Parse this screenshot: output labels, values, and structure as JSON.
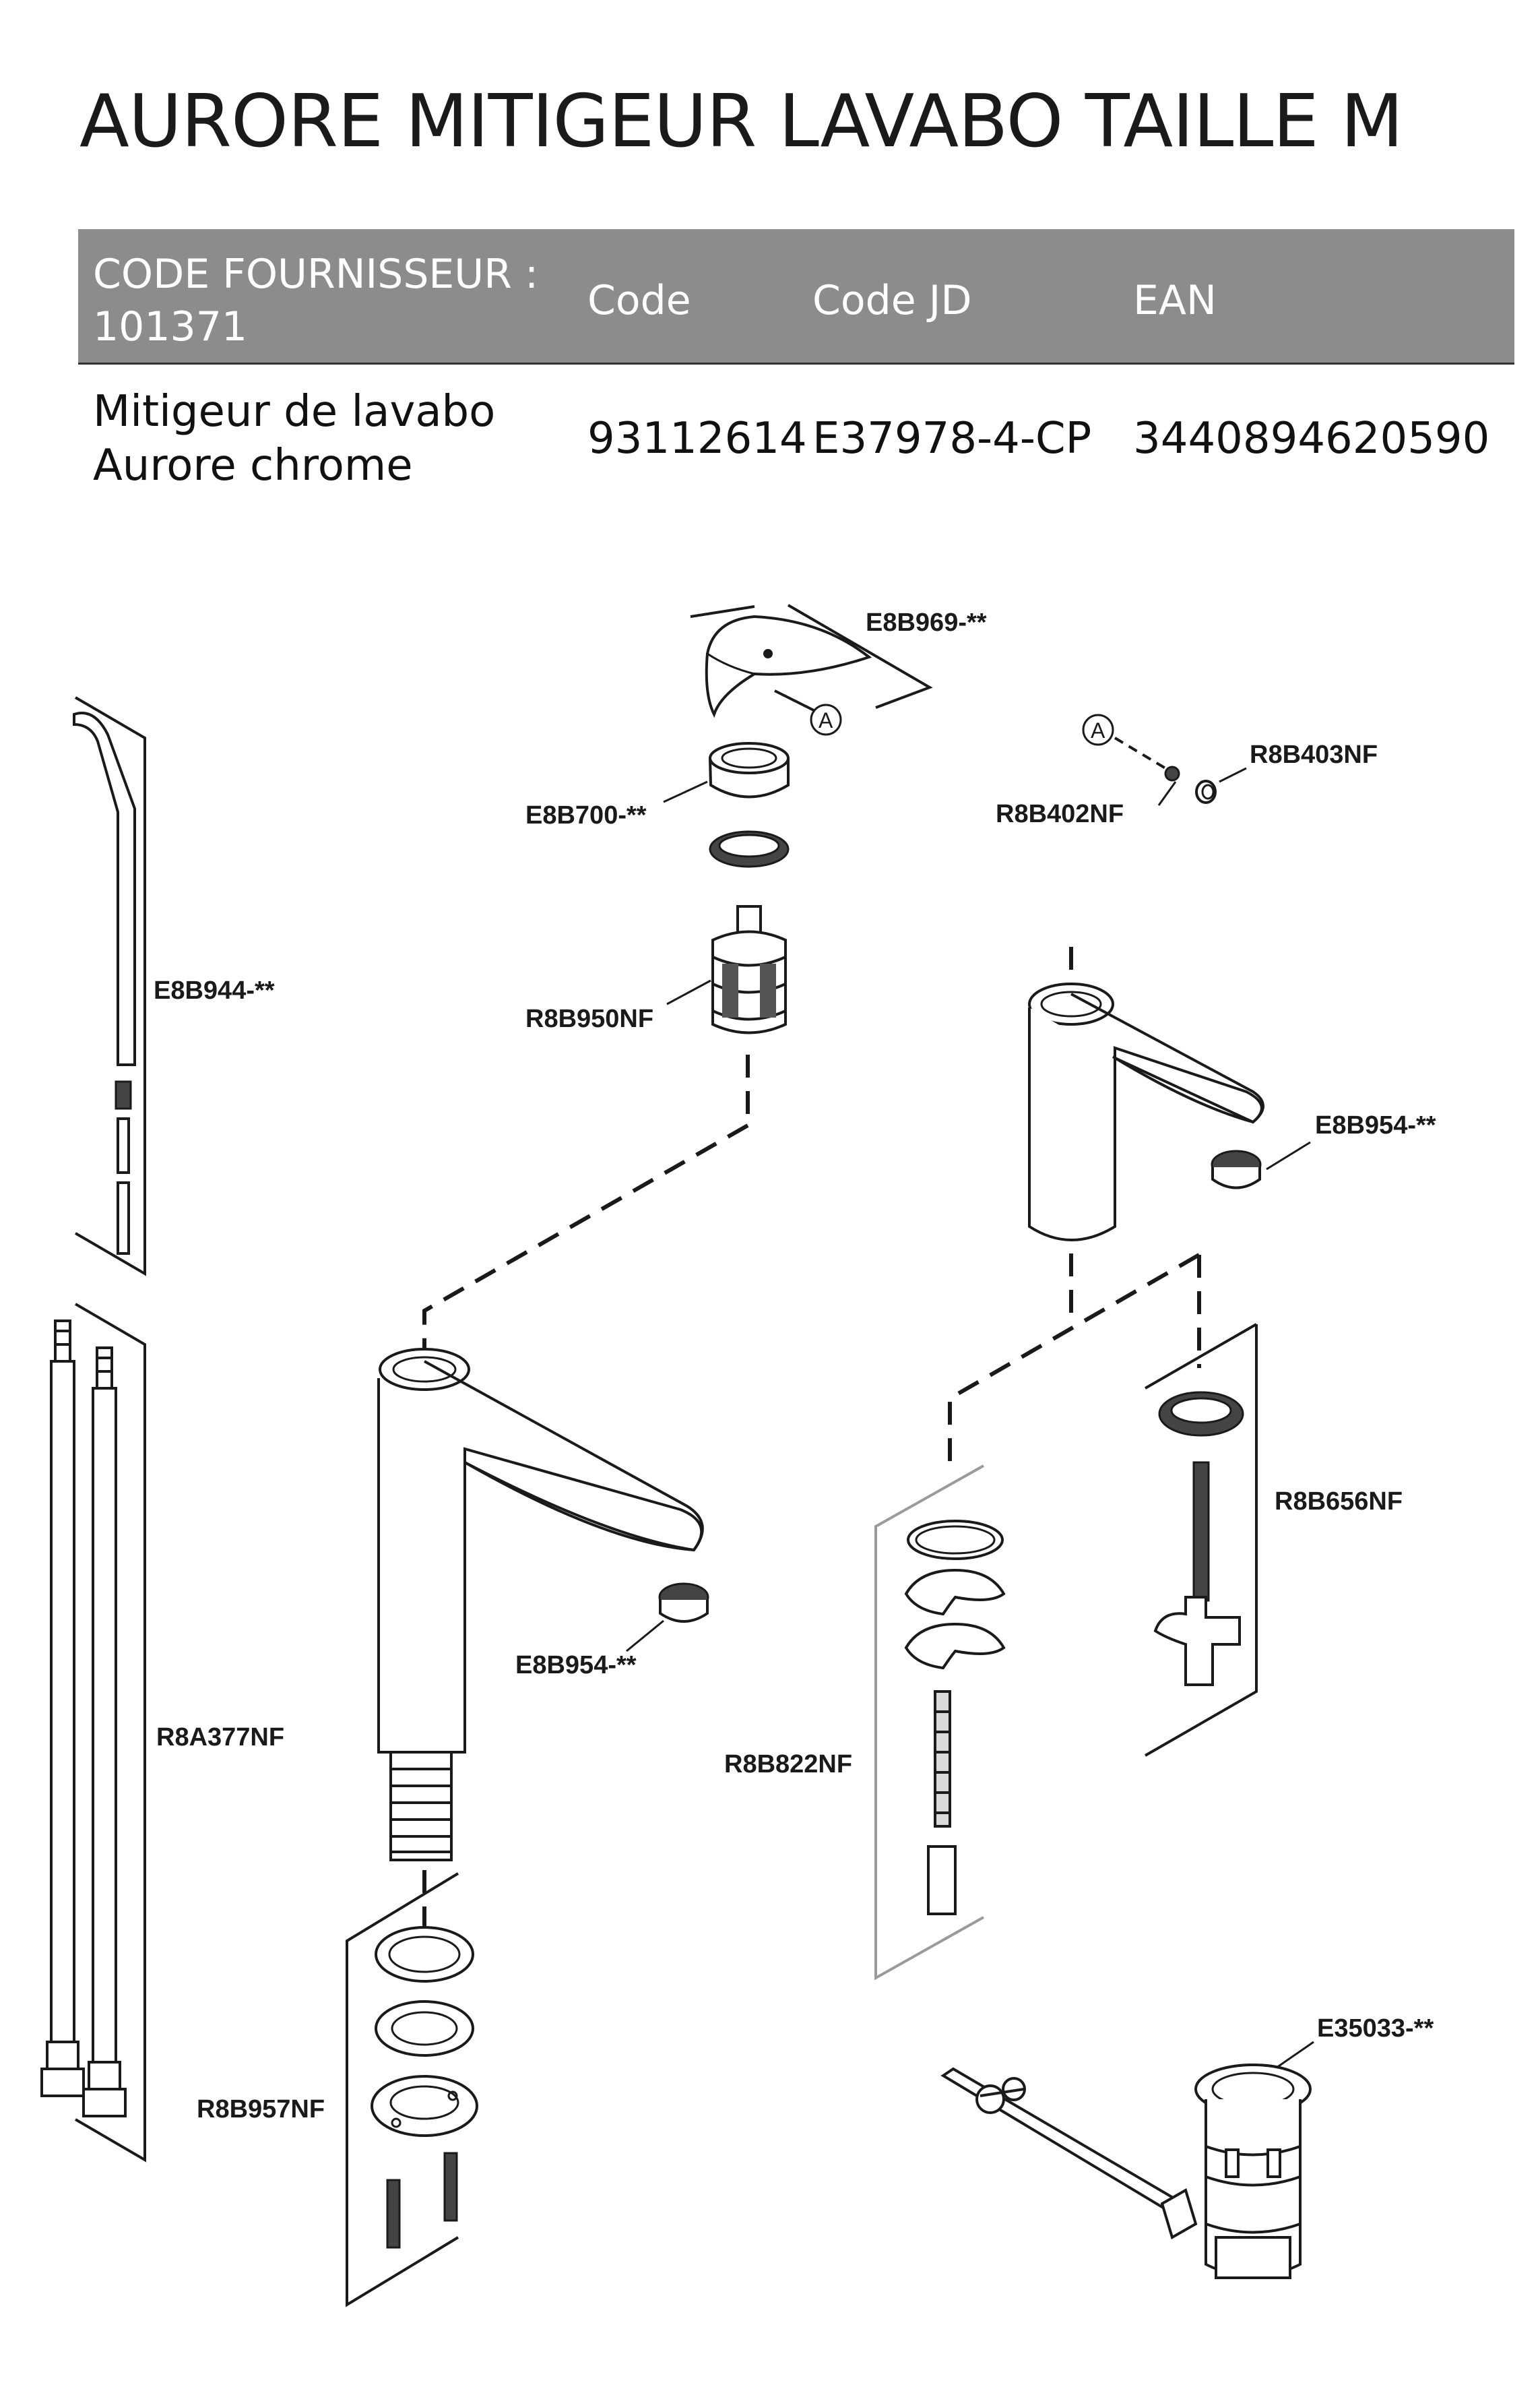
{
  "title": "AURORE MITIGEUR LAVABO TAILLE M",
  "table": {
    "headers": [
      "CODE FOURNISSEUR : 101371",
      "Code",
      "Code JD",
      "EAN"
    ],
    "rows": [
      [
        "Mitigeur de lavabo Aurore chrome",
        "93112614",
        "E37978-4-CP",
        "3440894620590"
      ]
    ],
    "header_bg": "#8c8c8c"
  },
  "diagram": {
    "callout_marker": "A",
    "labels": {
      "handle": "E8B969-**",
      "cap": "E8B700-**",
      "cartridge": "R8B950NF",
      "screw": "R8B402NF",
      "screw_cap": "R8B403NF",
      "lever_rod": "E8B944-**",
      "aerator_top": "E8B954-**",
      "aerator_main": "E8B954-**",
      "hoses": "R8A377NF",
      "fixing_kit_right": "R8B656NF",
      "fixing_kit_mid": "R8B822NF",
      "base_kit": "R8B957NF",
      "waste": "E35033-**"
    }
  }
}
